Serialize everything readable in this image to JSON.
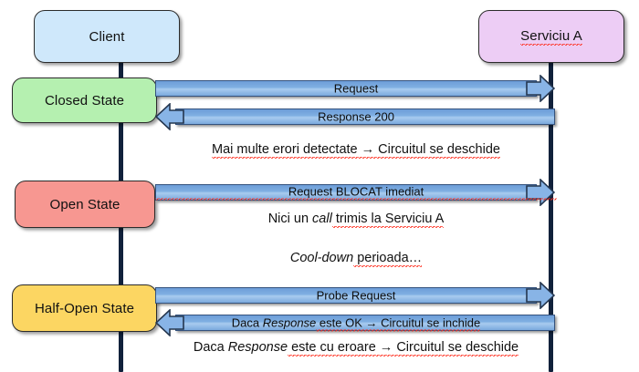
{
  "diagram": {
    "title": "Circuit Breaker sequence diagram",
    "colors": {
      "client": "#cfe8fb",
      "service": "#edcdf5",
      "closed_state": "#b5f0b0",
      "open_state": "#f79791",
      "half_open_state": "#fcd662",
      "arrow": "#7fafe2",
      "arrow_border": "#35537e",
      "lifeline": "#11213b",
      "text": "#111111",
      "spellcheck": "#ff2a1a"
    }
  },
  "nodes": {
    "client": {
      "label": "Client"
    },
    "service": {
      "label": "Serviciu A"
    },
    "closed_state": {
      "label": "Closed State"
    },
    "open_state": {
      "label": "Open State"
    },
    "half_open_state": {
      "label": "Half-Open State"
    }
  },
  "messages": [
    {
      "id": "request",
      "label": "Request",
      "direction": "right"
    },
    {
      "id": "response-200",
      "label": "Response 200",
      "direction": "left"
    },
    {
      "id": "request-blocat",
      "label": "Request BLOCAT imediat",
      "direction": "right"
    },
    {
      "id": "probe-request",
      "label": "Probe Request",
      "direction": "right"
    },
    {
      "id": "daca-response-ok",
      "label": "Daca Response este OK → Circuitul se inchide",
      "direction": "left"
    }
  ],
  "message_labels": {
    "request": "Request",
    "response_200": "Response 200",
    "request_blocat": "Request BLOCAT imediat",
    "probe_request": "Probe Request",
    "daca_ok_prefix": "Daca ",
    "daca_ok_italic": "Response",
    "daca_ok_suffix": " este OK → Circuitul se inchide"
  },
  "notes": {
    "errors_detected": "Mai multe erori detectate → Circuitul se deschide",
    "no_call_prefix": "Nici un ",
    "no_call_italic": "call",
    "no_call_suffix": " trimis la Serviciu A",
    "cooldown_italic": "Cool-down",
    "cooldown_suffix": " perioada…",
    "daca_err_prefix": "Daca ",
    "daca_err_italic": "Response",
    "daca_err_suffix": " este cu eroare → Circuitul se deschide"
  }
}
